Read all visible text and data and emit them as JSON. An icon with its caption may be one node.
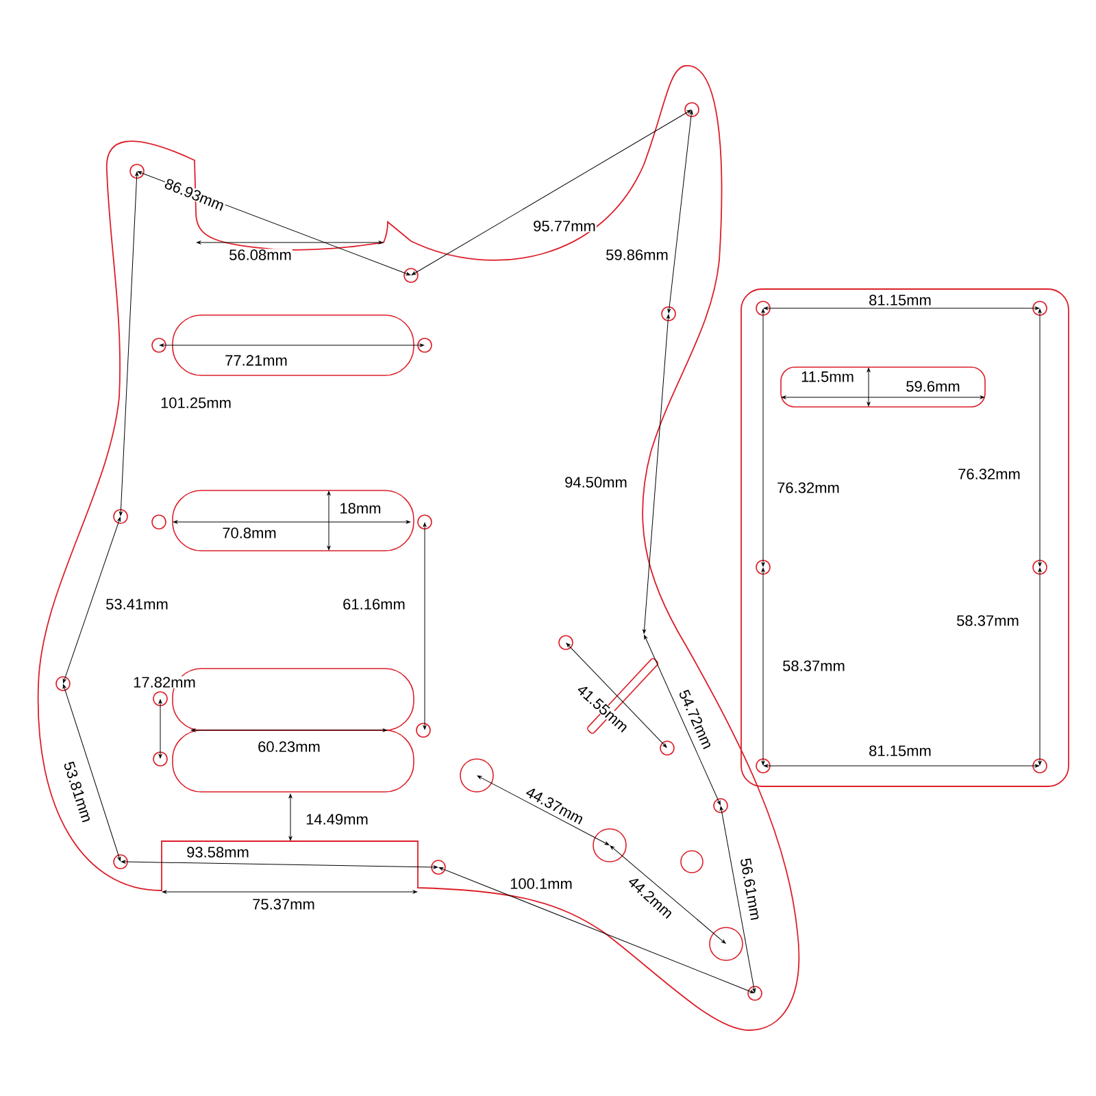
{
  "diagram": {
    "labels": [
      "86.93mm",
      "56.08mm",
      "95.77mm",
      "59.86mm",
      "77.21mm",
      "101.25mm",
      "18mm",
      "70.8mm",
      "94.50mm",
      "53.41mm",
      "61.16mm",
      "17.82mm",
      "41.55mm",
      "54.72mm",
      "60.23mm",
      "53.81mm",
      "44.37mm",
      "14.49mm",
      "93.58mm",
      "44.2mm",
      "56.61mm",
      "100.1mm",
      "75.37mm",
      "81.15mm",
      "11.5mm",
      "59.6mm",
      "76.32mm",
      "76.32mm",
      "58.37mm",
      "58.37mm",
      "81.15mm"
    ]
  }
}
